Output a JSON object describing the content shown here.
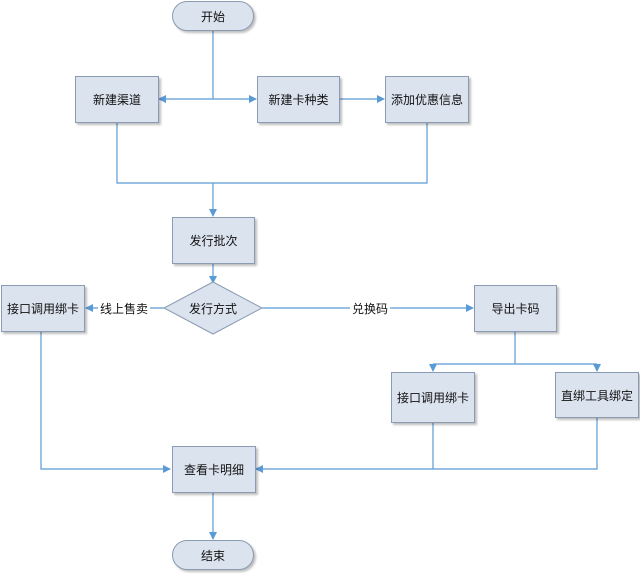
{
  "nodes": {
    "start": "开始",
    "new_channel": "新建渠道",
    "new_card_type": "新建卡种类",
    "add_discount": "添加优惠信息",
    "issue_batch": "发行批次",
    "issue_method": "发行方式",
    "api_bind_left": "接口调用绑卡",
    "export_code": "导出卡码",
    "api_bind_right": "接口调用绑卡",
    "tool_bind": "直绑工具绑定",
    "view_detail": "查看卡明细",
    "end": "结束"
  },
  "edges": {
    "online_sale": "线上售卖",
    "redeem_code": "兑换码"
  },
  "colors": {
    "box_fill": "#dbe3ef",
    "box_border": "#8a9bb3",
    "line": "#5b9bd5"
  }
}
